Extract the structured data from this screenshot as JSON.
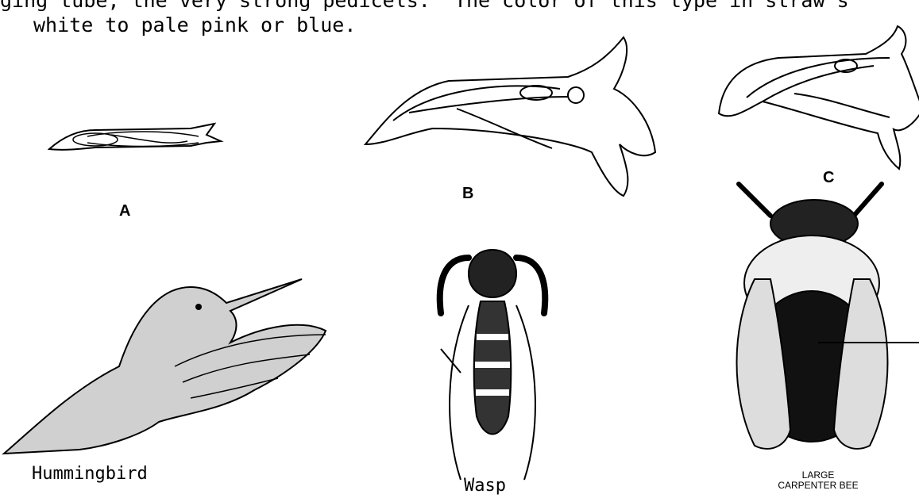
{
  "text": {
    "line1": "ging tube, the very strong pedicels.  The color of this type in straw's",
    "line2": "white to pale pink or blue."
  },
  "figures": {
    "flower_a": {
      "label": "A"
    },
    "flower_b": {
      "label": "B"
    },
    "flower_c": {
      "label": "C"
    },
    "hummingbird": {
      "label": "Hummingbird"
    },
    "wasp": {
      "label": "Wasp"
    },
    "bee": {
      "label_line1": "LARGE",
      "label_line2": "CARPENTER BEE"
    }
  }
}
